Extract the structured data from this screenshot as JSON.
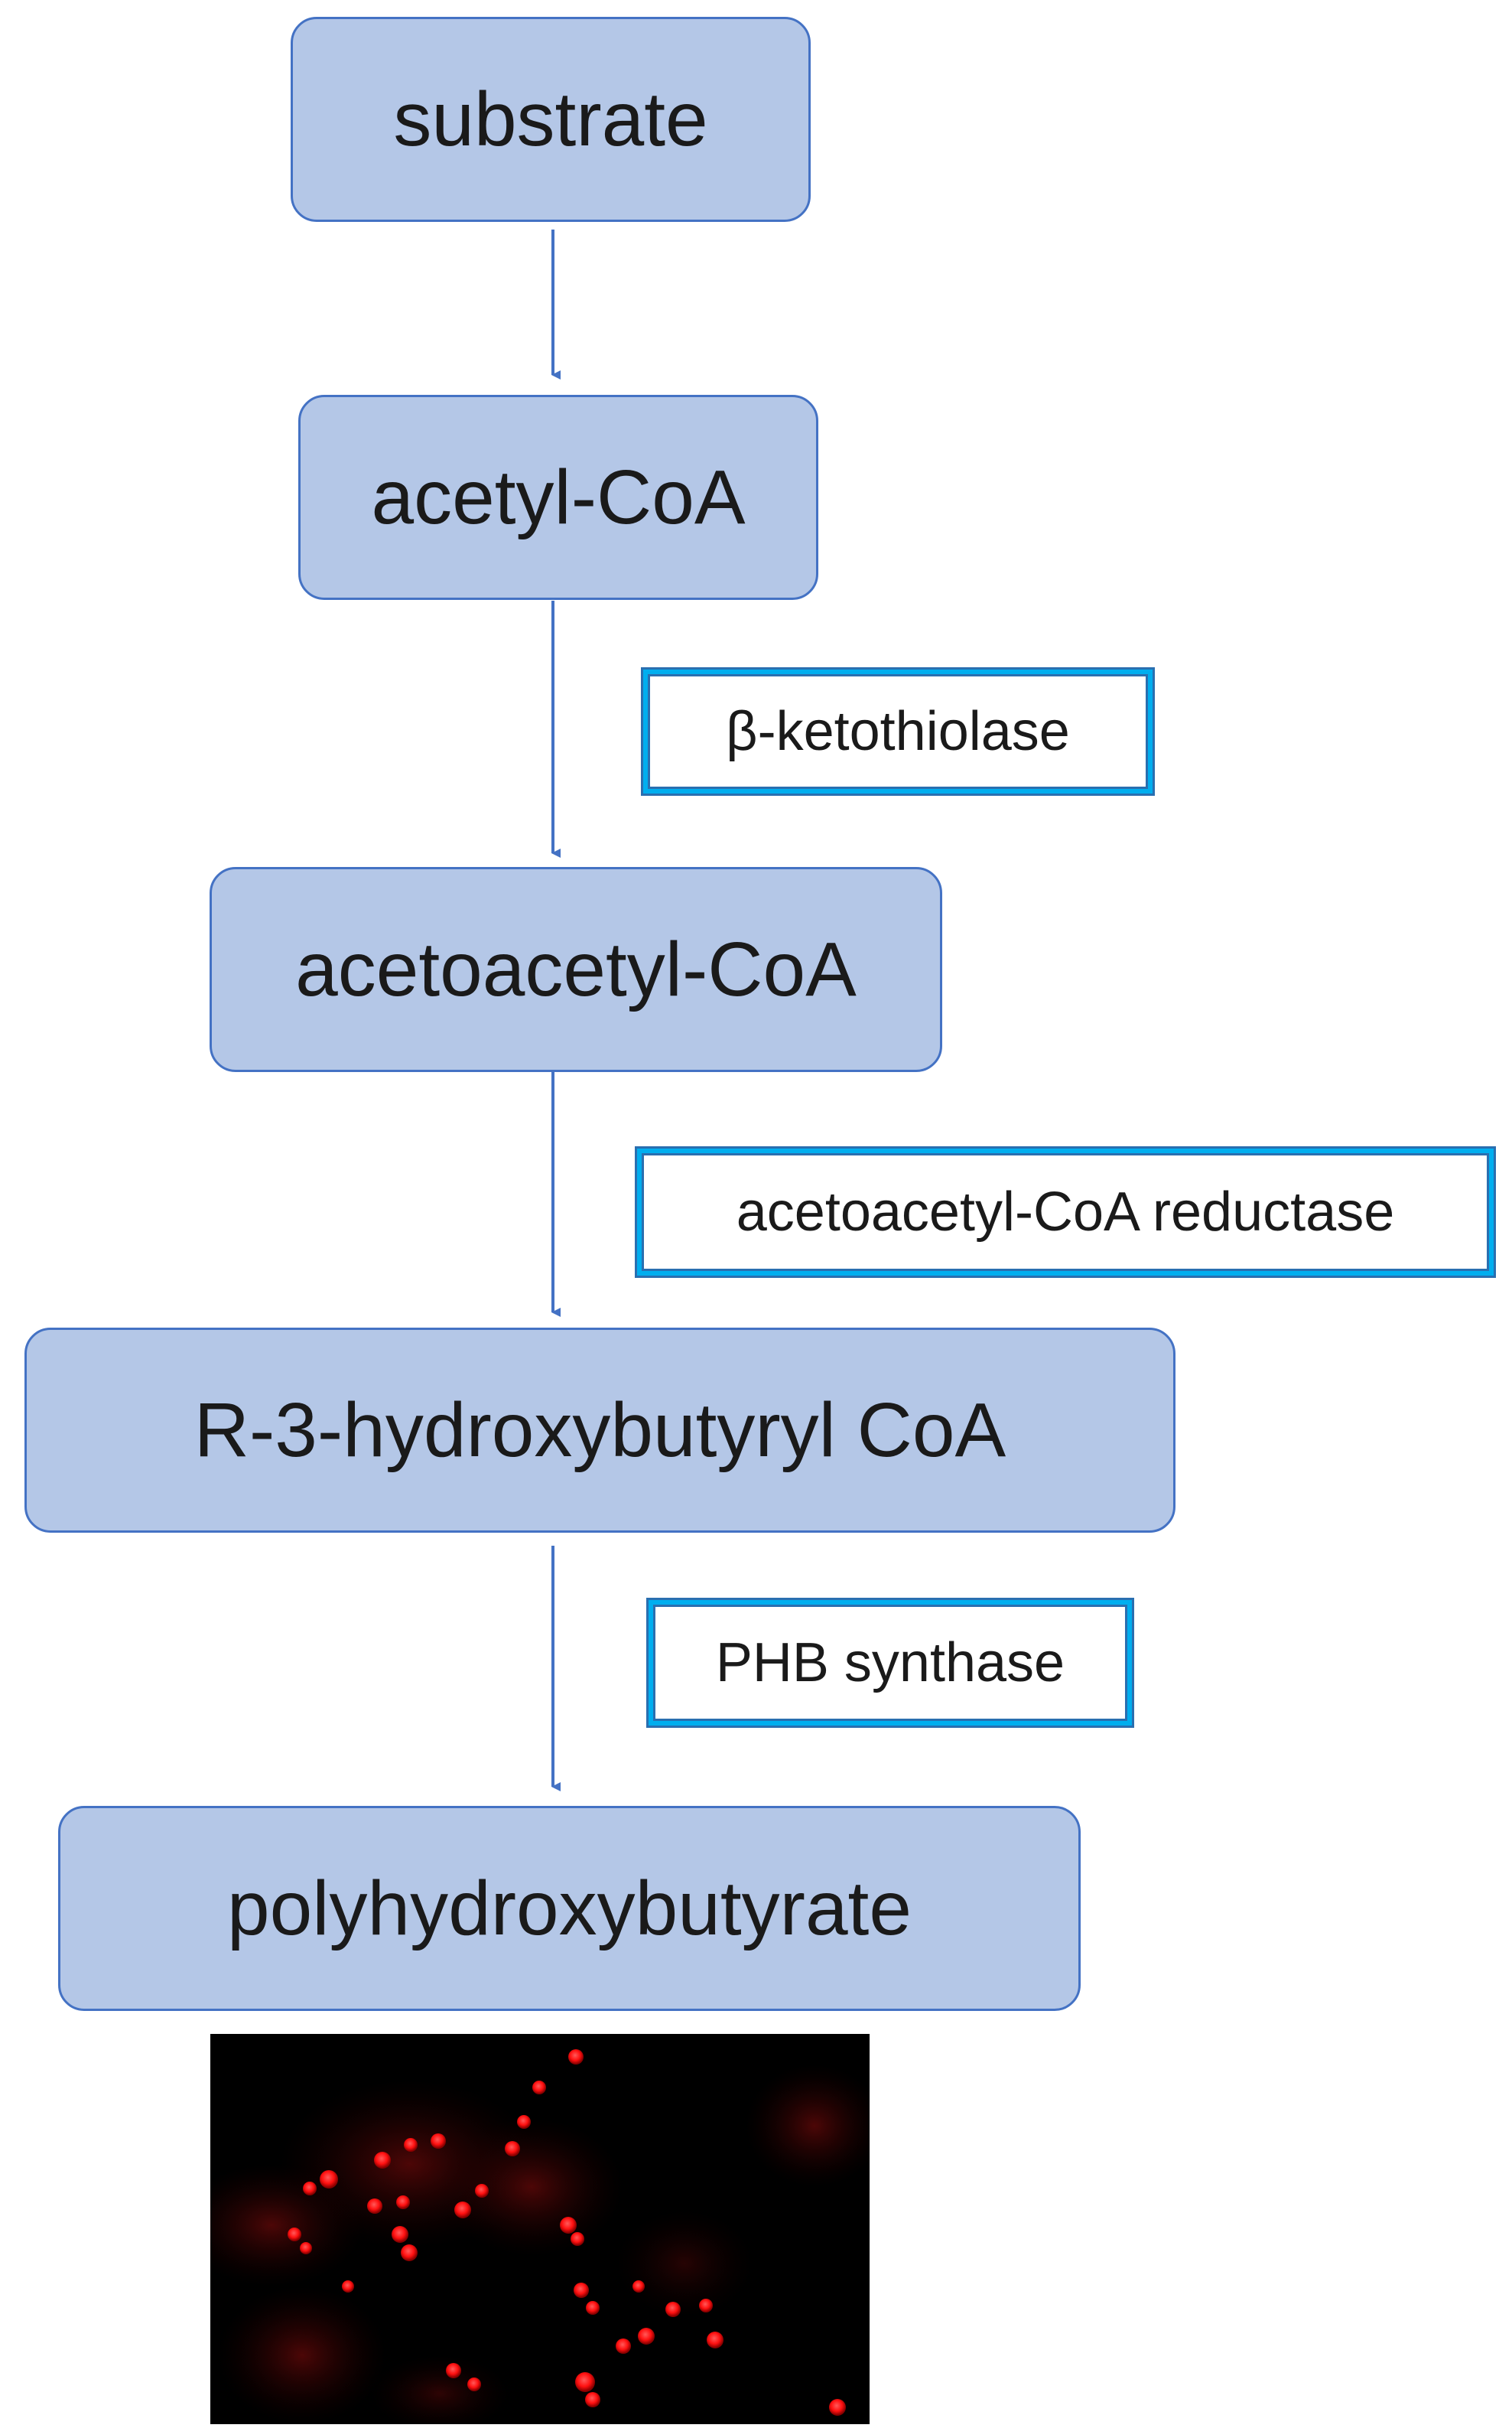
{
  "nodes": {
    "substrate": "substrate",
    "acetyl_coa": "acetyl-CoA",
    "acetoacetyl_coa": "acetoacetyl-CoA",
    "hydroxybutyryl_coa": "R-3-hydroxybutyryl CoA",
    "polyhydroxybutyrate": "polyhydroxybutyrate"
  },
  "enzymes": {
    "beta_ketothiolase": "β-ketothiolase",
    "acetoacetyl_coa_reductase": "acetoacetyl-CoA reductase",
    "phb_synthase": "PHB synthase"
  },
  "colors": {
    "node_fill": "#b4c7e7",
    "node_border": "#4472c4",
    "enzyme_border": "#00aeef",
    "arrow": "#4472c4",
    "granule": "#ff1a1a"
  }
}
